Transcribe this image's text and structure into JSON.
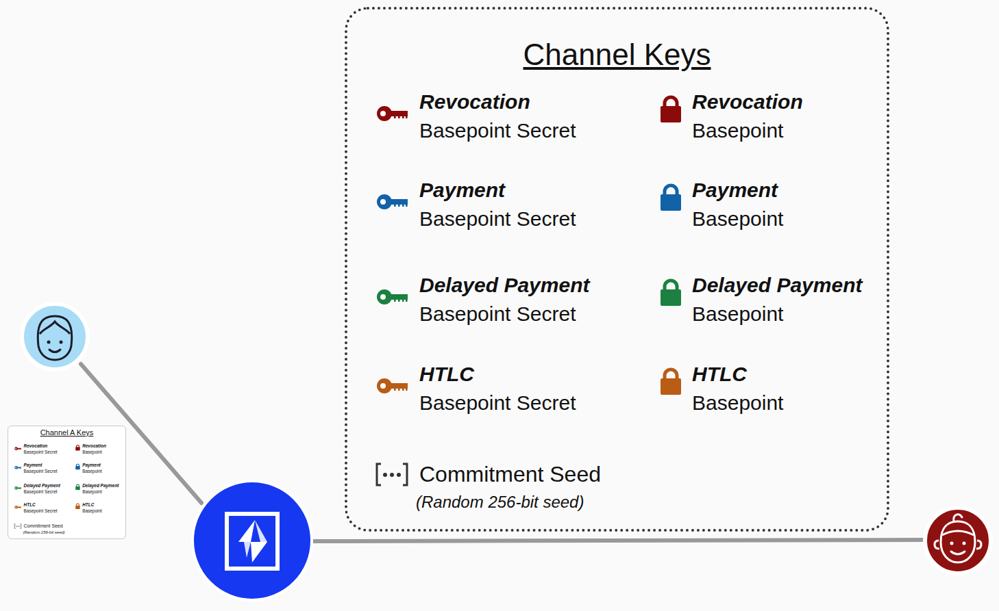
{
  "diagram": {
    "nodes": [
      {
        "text": [
          "Channel Keys",
          "Revocation",
          "Basepoint Secret",
          "Revocation",
          "Basepoint",
          "Payment",
          "Basepoint Secret",
          "Payment",
          "Basepoint",
          "Delayed Payment",
          "Basepoint Secret",
          "Delayed Payment",
          "Basepoint",
          "HTLC",
          "Basepoint Secret",
          "HTLC",
          "Basepoint",
          "Commitment Seed",
          "(Random 256-bit seed)"
        ]
      },
      {
        "text": [
          "Channel A Keys",
          "Revocation",
          "Basepoint Secret",
          "Revocation",
          "Basepoint",
          "Payment",
          "Basepoint Secret",
          "Payment",
          "Basepoint",
          "Delayed Payment",
          "Basepoint Secret",
          "Delayed Payment",
          "Basepoint",
          "HTLC",
          "Basepoint Secret",
          "HTLC",
          "Basepoint",
          "Commitment Seed",
          "(Random 256-bit seed)"
        ]
      }
    ]
  }
}
